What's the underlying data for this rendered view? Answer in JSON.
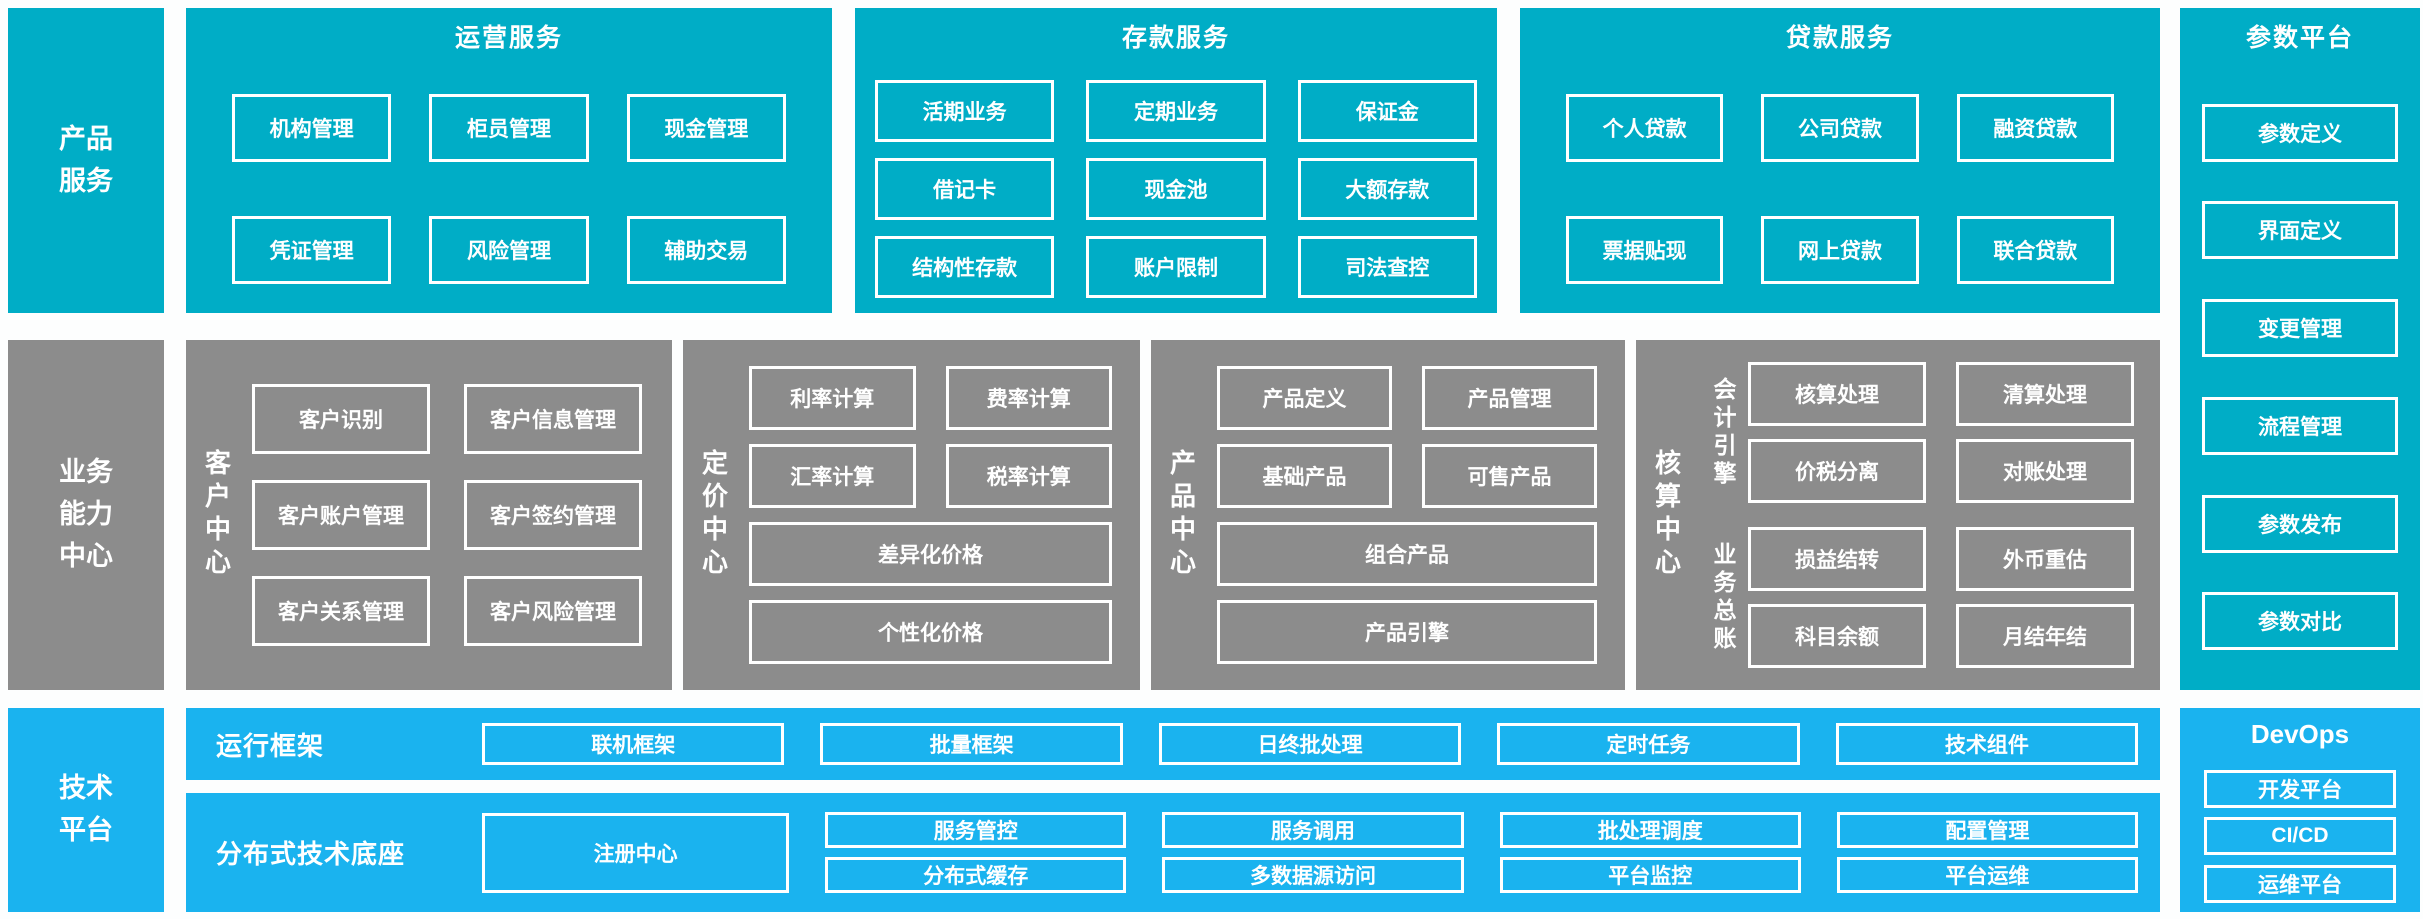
{
  "colors": {
    "teal": "#00ADC6",
    "gray": "#8C8C8C",
    "blue": "#1AB3EF",
    "border": "#FFFFFF"
  },
  "rails": {
    "product_services": [
      "产品",
      "服务"
    ],
    "business_capability": [
      "业务",
      "能力",
      "中心"
    ],
    "technology_platform": [
      "技术",
      "平台"
    ]
  },
  "top": {
    "operations": {
      "title": "运营服务",
      "items": [
        "机构管理",
        "柜员管理",
        "现金管理",
        "凭证管理",
        "风险管理",
        "辅助交易"
      ]
    },
    "deposits": {
      "title": "存款服务",
      "items": [
        "活期业务",
        "定期业务",
        "保证金",
        "借记卡",
        "现金池",
        "大额存款",
        "结构性存款",
        "账户限制",
        "司法查控"
      ]
    },
    "loans": {
      "title": "贷款服务",
      "items": [
        "个人贷款",
        "公司贷款",
        "融资贷款",
        "票据贴现",
        "网上贷款",
        "联合贷款"
      ]
    }
  },
  "param_platform": {
    "title": "参数平台",
    "items": [
      "参数定义",
      "界面定义",
      "变更管理",
      "流程管理",
      "参数发布",
      "参数对比"
    ]
  },
  "middle": {
    "customer": {
      "label": "客户中心",
      "items": [
        "客户识别",
        "客户信息管理",
        "客户账户管理",
        "客户签约管理",
        "客户关系管理",
        "客户风险管理"
      ]
    },
    "pricing": {
      "label": "定价中心",
      "items": [
        "利率计算",
        "费率计算",
        "汇率计算",
        "税率计算",
        "差异化价格",
        "个性化价格"
      ]
    },
    "product": {
      "label": "产品中心",
      "items": [
        "产品定义",
        "产品管理",
        "基础产品",
        "可售产品",
        "组合产品",
        "产品引擎"
      ]
    },
    "accounting": {
      "label": "核算中心",
      "groups": [
        {
          "label": "会计引擎",
          "items": [
            "核算处理",
            "清算处理",
            "价税分离",
            "对账处理"
          ]
        },
        {
          "label": "业务总账",
          "items": [
            "损益结转",
            "外币重估",
            "科目余额",
            "月结年结"
          ]
        }
      ]
    }
  },
  "bottom": {
    "runtime": {
      "label": "运行框架",
      "items": [
        "联机框架",
        "批量框架",
        "日终批处理",
        "定时任务",
        "技术组件"
      ]
    },
    "distributed": {
      "label": "分布式技术底座",
      "registry": "注册中心",
      "pairs": [
        [
          "服务管控",
          "分布式缓存"
        ],
        [
          "服务调用",
          "多数据源访问"
        ],
        [
          "批处理调度",
          "平台监控"
        ],
        [
          "配置管理",
          "平台运维"
        ]
      ]
    },
    "devops": {
      "title": "DevOps",
      "items": [
        "开发平台",
        "CI/CD",
        "运维平台"
      ]
    }
  }
}
